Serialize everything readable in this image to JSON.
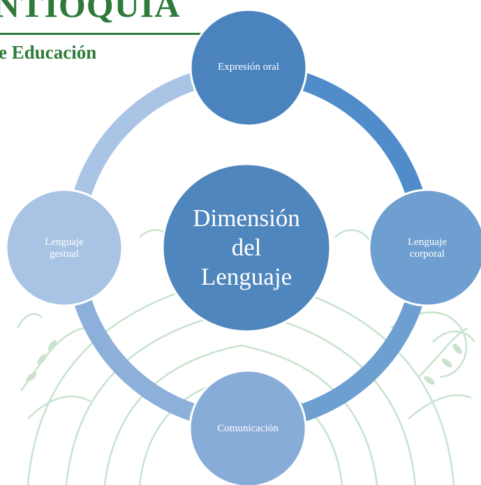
{
  "header": {
    "title": "NTIOQUIA",
    "subtitle": "e Educación"
  },
  "diagram": {
    "center": {
      "line1": "Dimensión",
      "line2": "del",
      "line3": "Lenguaje"
    },
    "nodes": {
      "top": "Expresión oral",
      "right_line1": "Lenguaje",
      "right_line2": "corporal",
      "bottom": "Comunicación",
      "left_line1": "Lenguaje",
      "left_line2": "gestual"
    },
    "colors": {
      "center": "#4f86bd",
      "top": "#4a83be",
      "right": "#6e9fd0",
      "bottom": "#88acd8",
      "left": "#a8c3e4",
      "ring_top_right": "#4f8cc9",
      "ring_right_bottom": "#6d9fd1",
      "ring_bottom_left": "#8cb0da",
      "ring_left_top": "#a9c4e5",
      "header_green": "#2f7a3a",
      "seal_green": "#c8e3cd"
    }
  }
}
